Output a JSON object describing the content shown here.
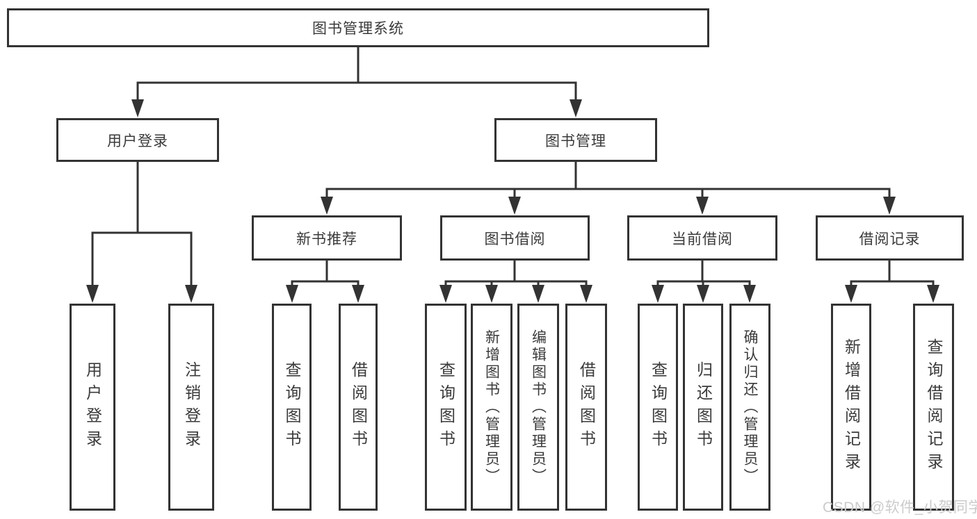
{
  "diagram": {
    "type": "tree",
    "title": "图书管理系统",
    "colors": {
      "line": "#333333",
      "text": "#3a3a3a",
      "background": "#ffffff",
      "watermark": "#cbcbcb"
    },
    "nodes": {
      "root": {
        "label": "图书管理系统"
      },
      "user_login": {
        "label": "用户登录"
      },
      "book_mgmt": {
        "label": "图书管理"
      },
      "leaf_user_login": {
        "label": "用户登录"
      },
      "leaf_logout": {
        "label": "注销登录"
      },
      "new_book_rec": {
        "label": "新书推荐"
      },
      "book_borrow": {
        "label": "图书借阅"
      },
      "current_borrow": {
        "label": "当前借阅"
      },
      "borrow_record": {
        "label": "借阅记录"
      },
      "rec_query_book": {
        "label": "查询图书"
      },
      "rec_borrow_book": {
        "label": "借阅图书"
      },
      "bb_query_book": {
        "label": "查询图书"
      },
      "bb_add_book": {
        "label": "新增图书（管理员）"
      },
      "bb_edit_book": {
        "label": "编辑图书（管理员）"
      },
      "bb_borrow_book": {
        "label": "借阅图书"
      },
      "cb_query_book": {
        "label": "查询图书"
      },
      "cb_return_book": {
        "label": "归还图书"
      },
      "cb_confirm_return": {
        "label": "确认归还（管理员）"
      },
      "br_add_record": {
        "label": "新增借阅记录"
      },
      "br_query_record": {
        "label": "查询借阅记录"
      }
    },
    "edges": [
      [
        "root",
        "user_login"
      ],
      [
        "root",
        "book_mgmt"
      ],
      [
        "user_login",
        "leaf_user_login"
      ],
      [
        "user_login",
        "leaf_logout"
      ],
      [
        "book_mgmt",
        "new_book_rec"
      ],
      [
        "book_mgmt",
        "book_borrow"
      ],
      [
        "book_mgmt",
        "current_borrow"
      ],
      [
        "book_mgmt",
        "borrow_record"
      ],
      [
        "new_book_rec",
        "rec_query_book"
      ],
      [
        "new_book_rec",
        "rec_borrow_book"
      ],
      [
        "book_borrow",
        "bb_query_book"
      ],
      [
        "book_borrow",
        "bb_add_book"
      ],
      [
        "book_borrow",
        "bb_edit_book"
      ],
      [
        "book_borrow",
        "bb_borrow_book"
      ],
      [
        "current_borrow",
        "cb_query_book"
      ],
      [
        "current_borrow",
        "cb_return_book"
      ],
      [
        "current_borrow",
        "cb_confirm_return"
      ],
      [
        "borrow_record",
        "br_add_record"
      ],
      [
        "borrow_record",
        "br_query_record"
      ]
    ],
    "watermark": "CSDN @软件_小贺同学"
  }
}
